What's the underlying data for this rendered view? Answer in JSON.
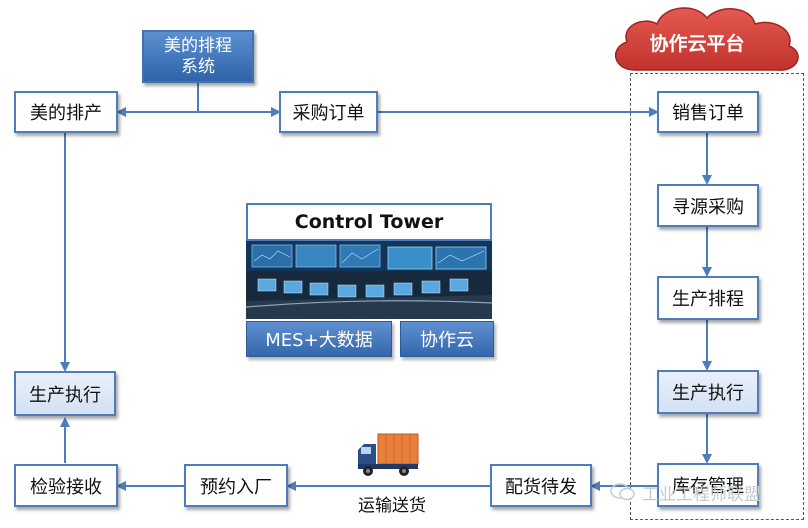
{
  "cloud_platform": {
    "label": "协作云平台",
    "fill": "#d64540"
  },
  "nodes": {
    "scheduling_system": "美的排程\n系统",
    "midea_scheduling": "美的排产",
    "purchase_order": "采购订单",
    "sales_order": "销售订单",
    "sourcing": "寻源采购",
    "production_scheduling": "生产排程",
    "production_execution_right": "生产执行",
    "inventory_management": "库存管理",
    "pick_ship": "配货待发",
    "booking_inbound": "预约入厂",
    "inspection_receipt": "检验接收",
    "production_execution_left": "生产执行"
  },
  "control_tower": {
    "title": "Control  Tower",
    "buttons": [
      "MES+大数据",
      "协作云"
    ]
  },
  "shipping": {
    "label": "运输送货"
  },
  "watermark": {
    "text": "工业工程师联盟"
  },
  "colors": {
    "border": "#4e7dbd",
    "arrow": "#4e7dbd",
    "dark_box": "#2f64a8",
    "light_box": "#d3e1f4"
  }
}
